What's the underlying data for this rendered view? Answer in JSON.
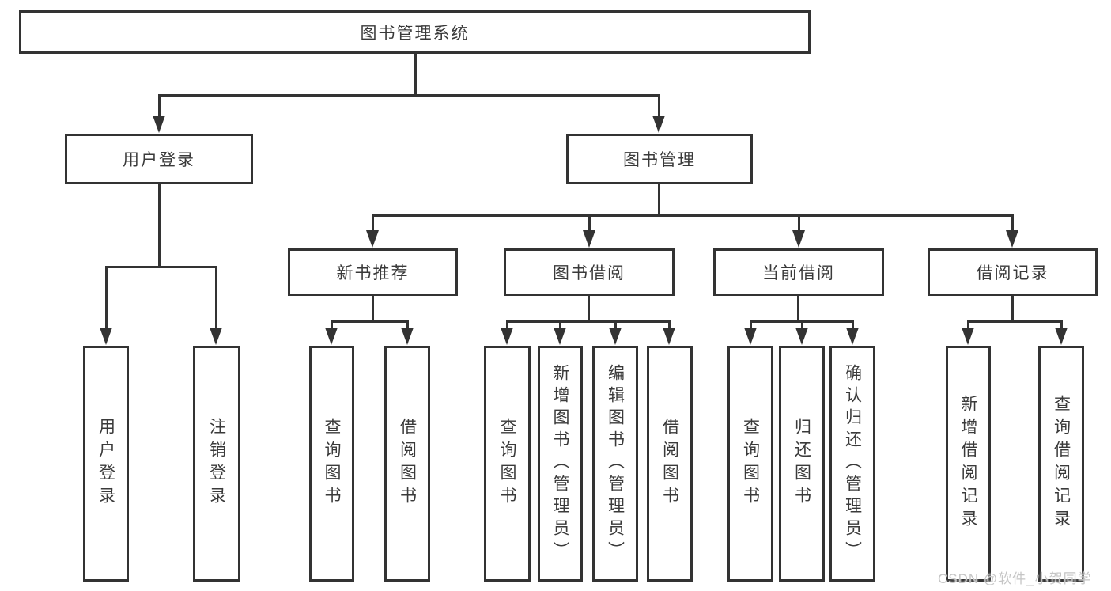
{
  "nodes": {
    "root": "图书管理系统",
    "user_login": "用户登录",
    "book_mgmt": "图书管理",
    "new_book_rec": "新书推荐",
    "book_borrow": "图书借阅",
    "current_borrow": "当前借阅",
    "borrow_records": "借阅记录",
    "leaf_user_login": "用户登录",
    "leaf_logout": "注销登录",
    "leaf_query_book_rec": "查询图书",
    "leaf_borrow_book_rec": "借阅图书",
    "leaf_query_book_borrow": "查询图书",
    "leaf_add_book_admin": "新增图书（管理员）",
    "leaf_edit_book_admin": "编辑图书（管理员）",
    "leaf_borrow_book_borrow": "借阅图书",
    "leaf_query_book_current": "查询图书",
    "leaf_return_book": "归还图书",
    "leaf_confirm_return_admin": "确认归还（管理员）",
    "leaf_add_borrow_record": "新增借阅记录",
    "leaf_query_borrow_record": "查询借阅记录"
  },
  "watermark": "CSDN @软件_小贺同学",
  "colors": {
    "line": "#333333",
    "text": "#3a3a3a",
    "background": "#ffffff",
    "watermark": "#c5c5c5"
  }
}
